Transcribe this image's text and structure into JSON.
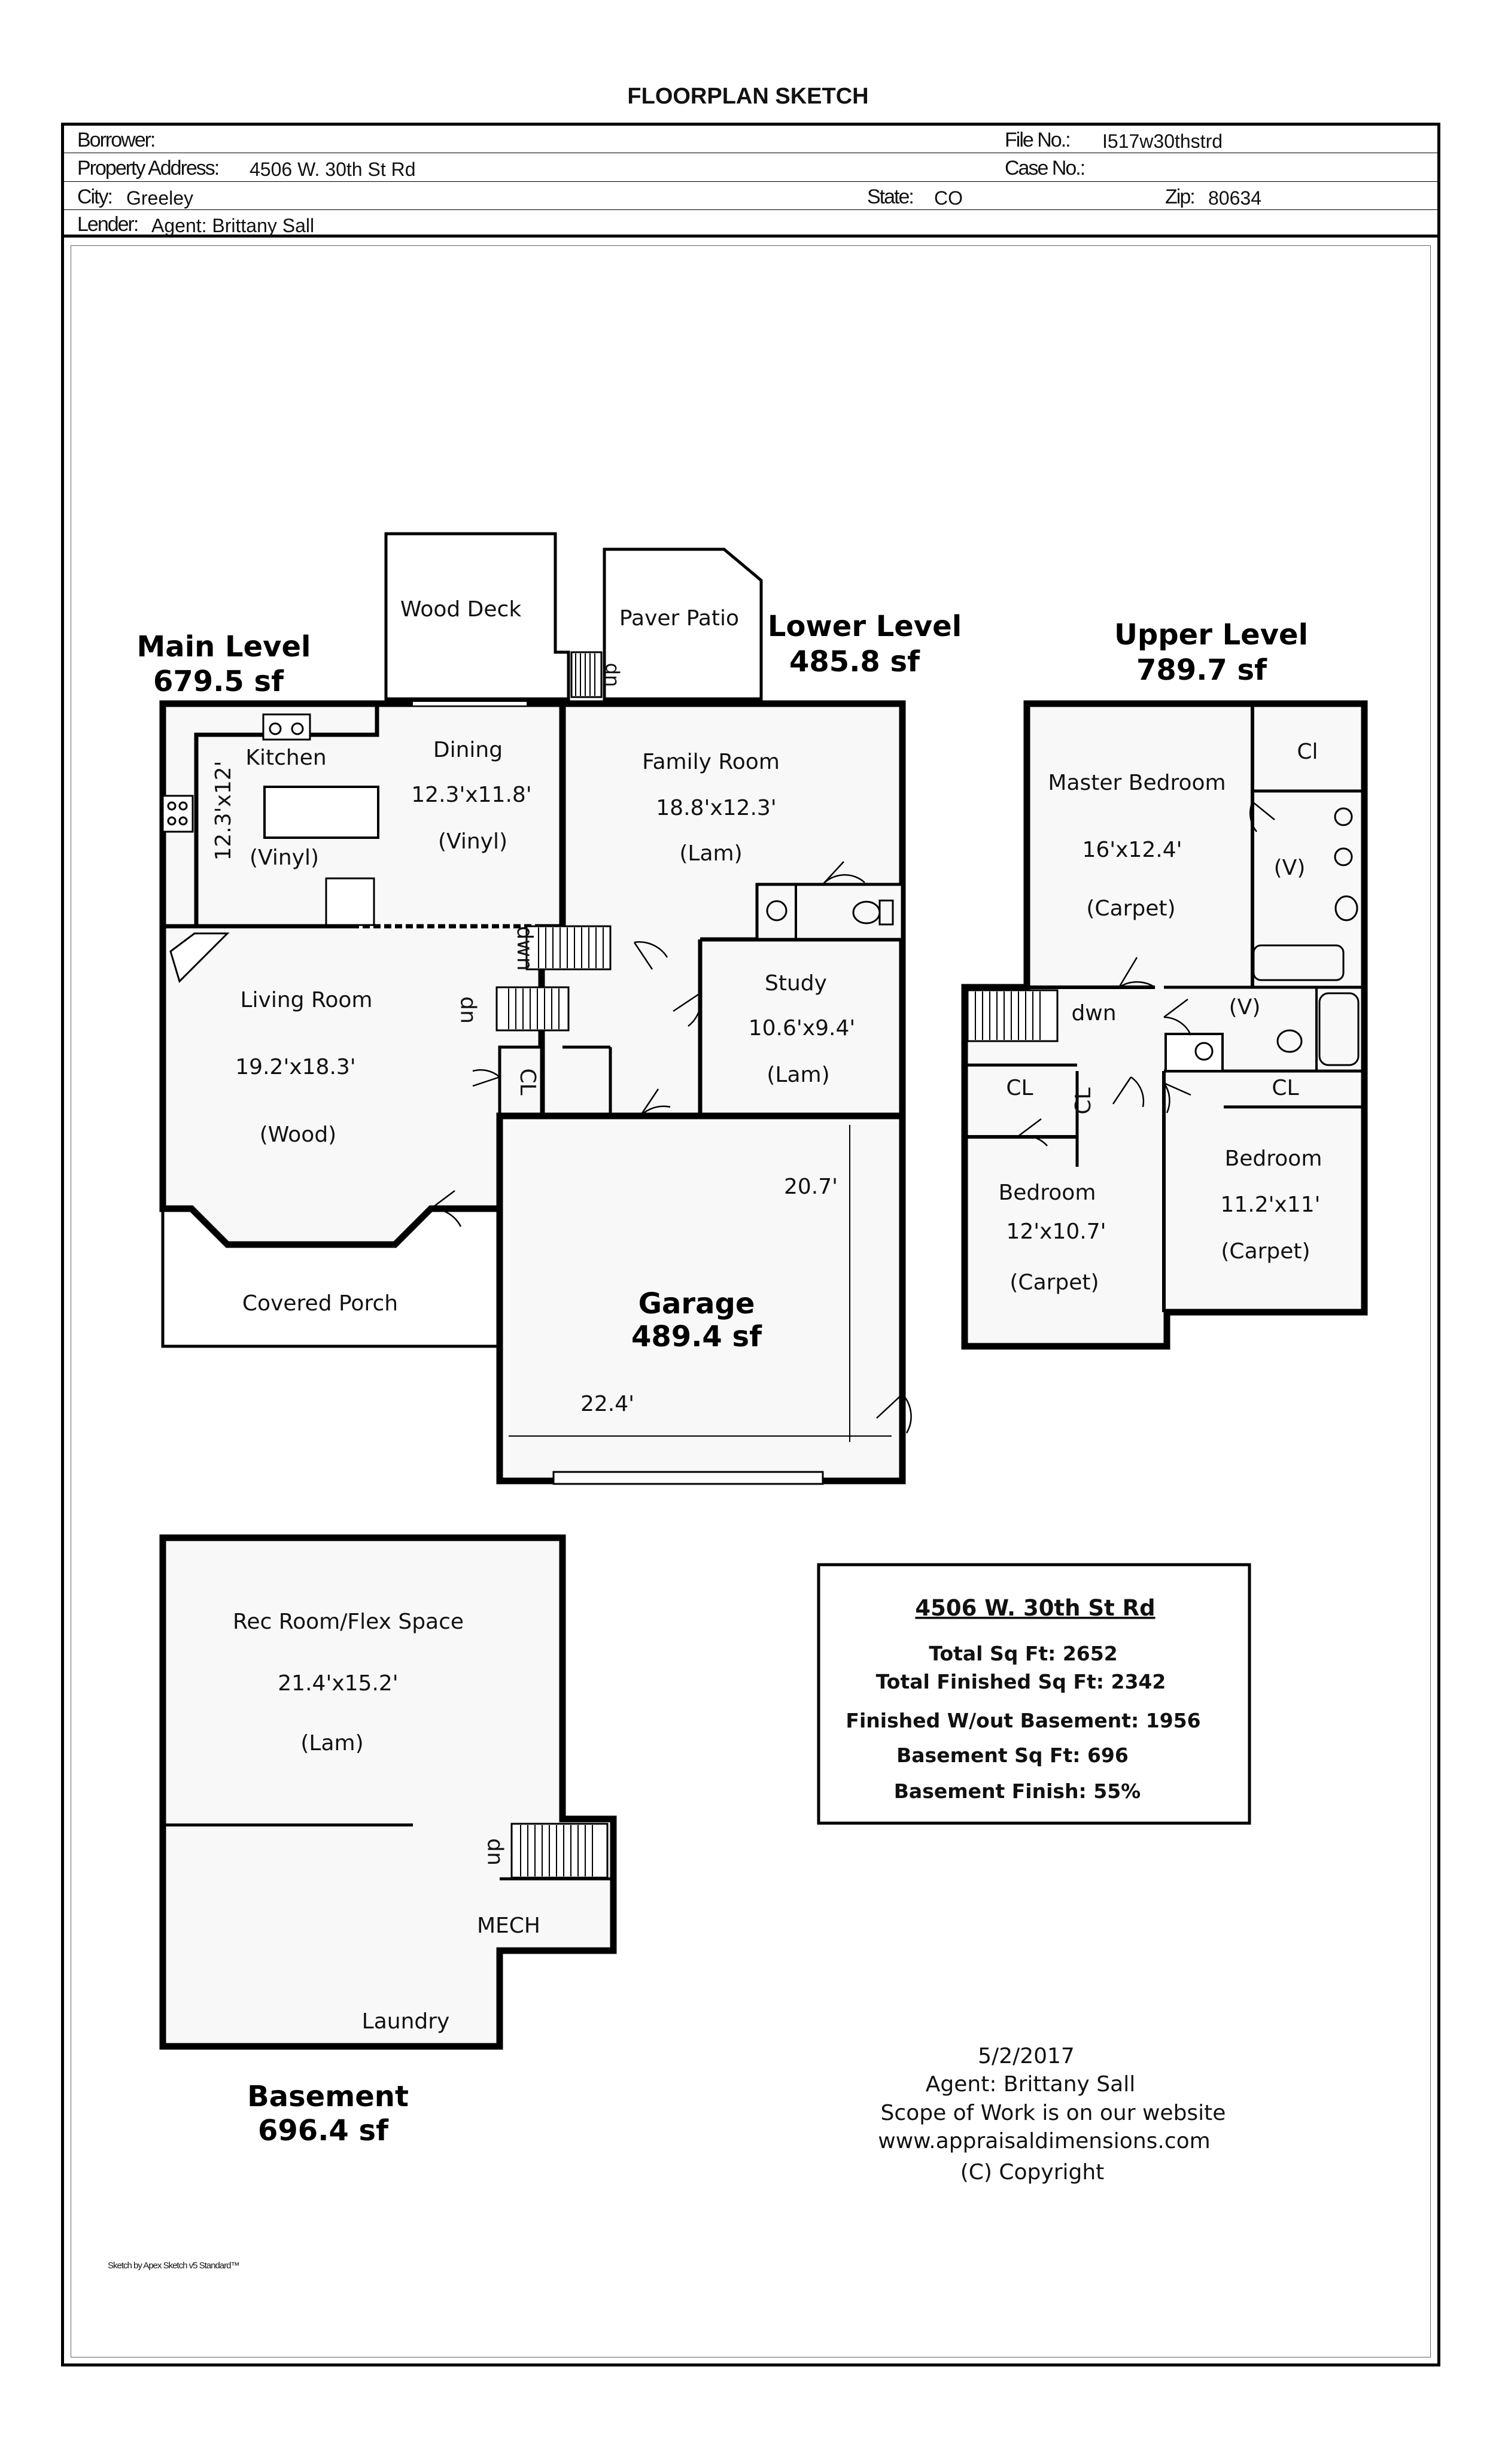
{
  "title": "FLOORPLAN SKETCH",
  "header": {
    "borrower_label": "Borrower:",
    "borrower_value": "",
    "file_label": "File No.:",
    "file_value": "I517w30thstrd",
    "address_label": "Property Address:",
    "address_value": "4506 W. 30th St Rd",
    "case_label": "Case No.:",
    "case_value": "",
    "city_label": "City:",
    "city_value": "Greeley",
    "state_label": "State:",
    "state_value": "CO",
    "zip_label": "Zip:",
    "zip_value": "80634",
    "lender_label": "Lender:",
    "lender_value": "Agent:  Brittany Sall"
  },
  "levels": {
    "main": {
      "name": "Main Level",
      "area": "679.5 sf"
    },
    "lower": {
      "name": "Lower Level",
      "area": "485.8 sf"
    },
    "upper": {
      "name": "Upper Level",
      "area": "789.7 sf"
    },
    "garage": {
      "name": "Garage",
      "area": "489.4 sf"
    },
    "basement": {
      "name": "Basement",
      "area": "696.4 sf"
    }
  },
  "rooms": {
    "wood_deck": "Wood Deck",
    "paver_patio": "Paver Patio",
    "kitchen": {
      "name": "Kitchen",
      "dim": "12.3'x12'",
      "floor": "(Vinyl)"
    },
    "dining": {
      "name": "Dining",
      "dim": "12.3'x11.8'",
      "floor": "(Vinyl)"
    },
    "living": {
      "name": "Living Room",
      "dim": "19.2'x18.3'",
      "floor": "(Wood)"
    },
    "covered_porch": "Covered Porch",
    "family": {
      "name": "Family Room",
      "dim": "18.8'x12.3'",
      "floor": "(Lam)"
    },
    "study": {
      "name": "Study",
      "dim": "10.6'x9.4'",
      "floor": "(Lam)"
    },
    "garage_depth": "20.7'",
    "garage_width": "22.4'",
    "master": {
      "name": "Master Bedroom",
      "dim": "16'x12.4'",
      "floor": "(Carpet)"
    },
    "bedroom2": {
      "name": "Bedroom",
      "dim": "12'x10.7'",
      "floor": "(Carpet)"
    },
    "bedroom3": {
      "name": "Bedroom",
      "dim": "11.2'x11'",
      "floor": "(Carpet)"
    },
    "rec": {
      "name": "Rec Room/Flex Space",
      "dim": "21.4'x15.2'",
      "floor": "(Lam)"
    },
    "mech": "MECH",
    "laundry": "Laundry",
    "cl": "CL",
    "cl_upper": "Cl",
    "vanity": "(V)",
    "up": "up",
    "dwn": "dwn"
  },
  "summary": {
    "address": "4506 W. 30th St Rd",
    "total_sqft": "Total Sq Ft:  2652",
    "total_finished": "Total Finished Sq Ft:  2342",
    "finished_wo_basement": "Finished W/out Basement:  1956",
    "basement_sqft": "Basement Sq Ft:  696",
    "basement_finish": "Basement Finish:  55%"
  },
  "footer_note": {
    "date": "5/2/2017",
    "agent": "Agent:  Brittany Sall",
    "scope": "Scope of Work is on our website",
    "website": "www.appraisaldimensions.com",
    "copyright": "(C) Copyright"
  },
  "software": "Sketch by Apex Sketch v5 Standard™"
}
